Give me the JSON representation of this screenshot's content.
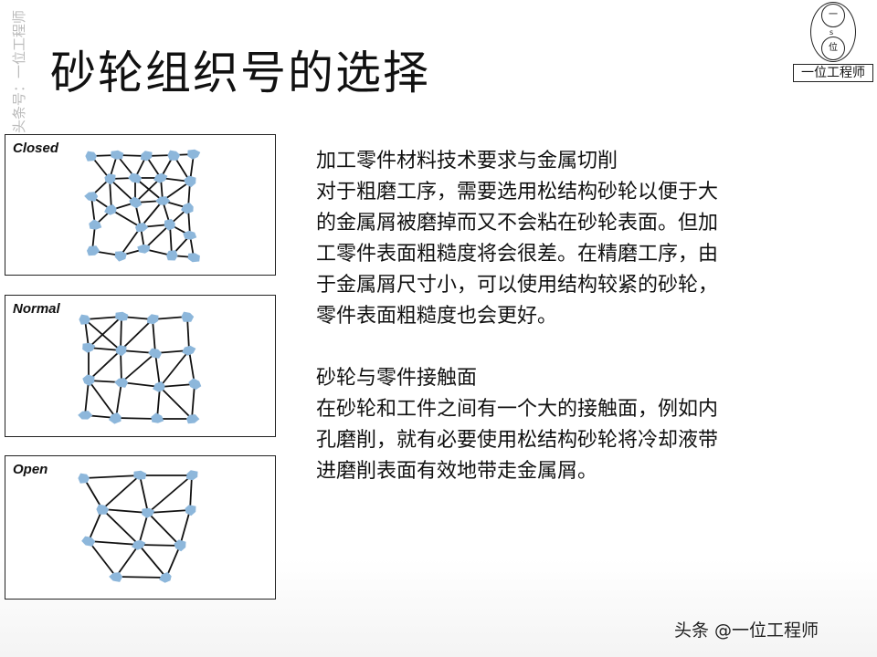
{
  "title": "砂轮组织号的选择",
  "watermark": "头条号：一位工程师",
  "logo": {
    "top_char": "一",
    "middle_char": "s",
    "bottom_char": "位",
    "caption": "一位工程师"
  },
  "diagrams": [
    {
      "label": "Closed"
    },
    {
      "label": "Normal"
    },
    {
      "label": "Open"
    }
  ],
  "colors": {
    "grain": "#8db7db",
    "bond_line": "#111111"
  },
  "sections": [
    {
      "heading": "加工零件材料技术要求与金属切削",
      "lines": [
        "对于粗磨工序，需要选用松结构砂轮以便于大",
        "的金属屑被磨掉而又不会粘在砂轮表面。但加",
        "工零件表面粗糙度将会很差。在精磨工序，由",
        "于金属屑尺寸小，可以使用结构较紧的砂轮，",
        "零件表面粗糙度也会更好。"
      ]
    },
    {
      "heading": "砂轮与零件接触面",
      "lines": [
        "在砂轮和工件之间有一个大的接触面，例如内",
        "孔磨削，就有必要使用松结构砂轮将冷却液带",
        "进磨削表面有效地带走金属屑。"
      ]
    }
  ],
  "footer": "头条 @一位工程师"
}
